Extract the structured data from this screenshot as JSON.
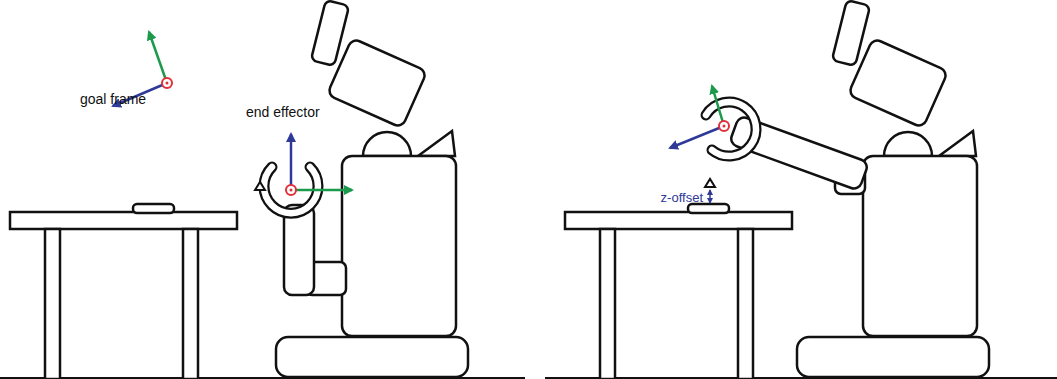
{
  "diagram": {
    "labels": [
      "goal frame",
      "end effector",
      "z-offset"
    ]
  }
}
